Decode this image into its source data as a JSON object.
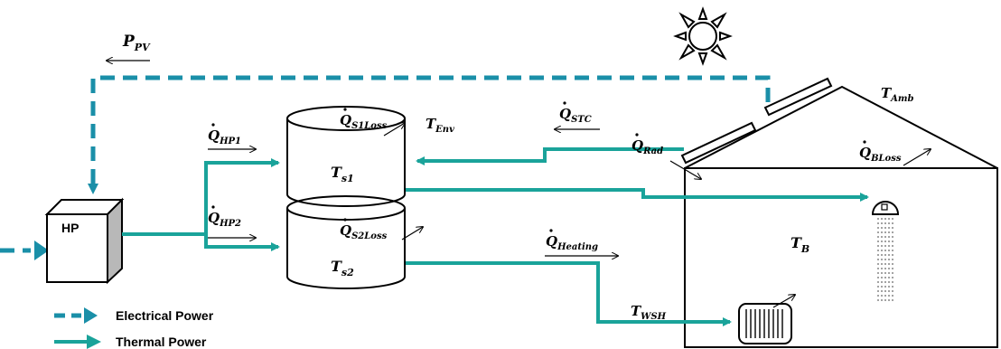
{
  "colors": {
    "thermal": "#1aa39a",
    "electrical": "#1a8fa8",
    "line": "#000000"
  },
  "labels": {
    "p_pv": {
      "main": "P",
      "sub": "PV"
    },
    "t_env": {
      "main": "T",
      "sub": "Env"
    },
    "q_s1loss": {
      "main": "Q",
      "sub": "S1Loss"
    },
    "q_hp1": {
      "main": "Q",
      "sub": "HP1"
    },
    "q_hp2": {
      "main": "Q",
      "sub": "HP2"
    },
    "t_s1": {
      "main": "T",
      "sub": "s1"
    },
    "q_s2loss": {
      "main": "Q",
      "sub": "S2Loss"
    },
    "t_s2": {
      "main": "T",
      "sub": "s2"
    },
    "q_stc": {
      "main": "Q",
      "sub": "STC"
    },
    "q_rad": {
      "main": "Q",
      "sub": "Rad"
    },
    "t_amb": {
      "main": "T",
      "sub": "Amb"
    },
    "q_bloss": {
      "main": "Q",
      "sub": "BLoss"
    },
    "q_heating": {
      "main": "Q",
      "sub": "Heating"
    },
    "t_b": {
      "main": "T",
      "sub": "B"
    },
    "t_wsh": {
      "main": "T",
      "sub": "WSH"
    }
  },
  "hp_label": "HP",
  "legend": {
    "electrical": "Electrical Power",
    "thermal": "Thermal Power"
  },
  "icons": [
    "sun-icon",
    "shower-icon",
    "radiator-icon"
  ]
}
